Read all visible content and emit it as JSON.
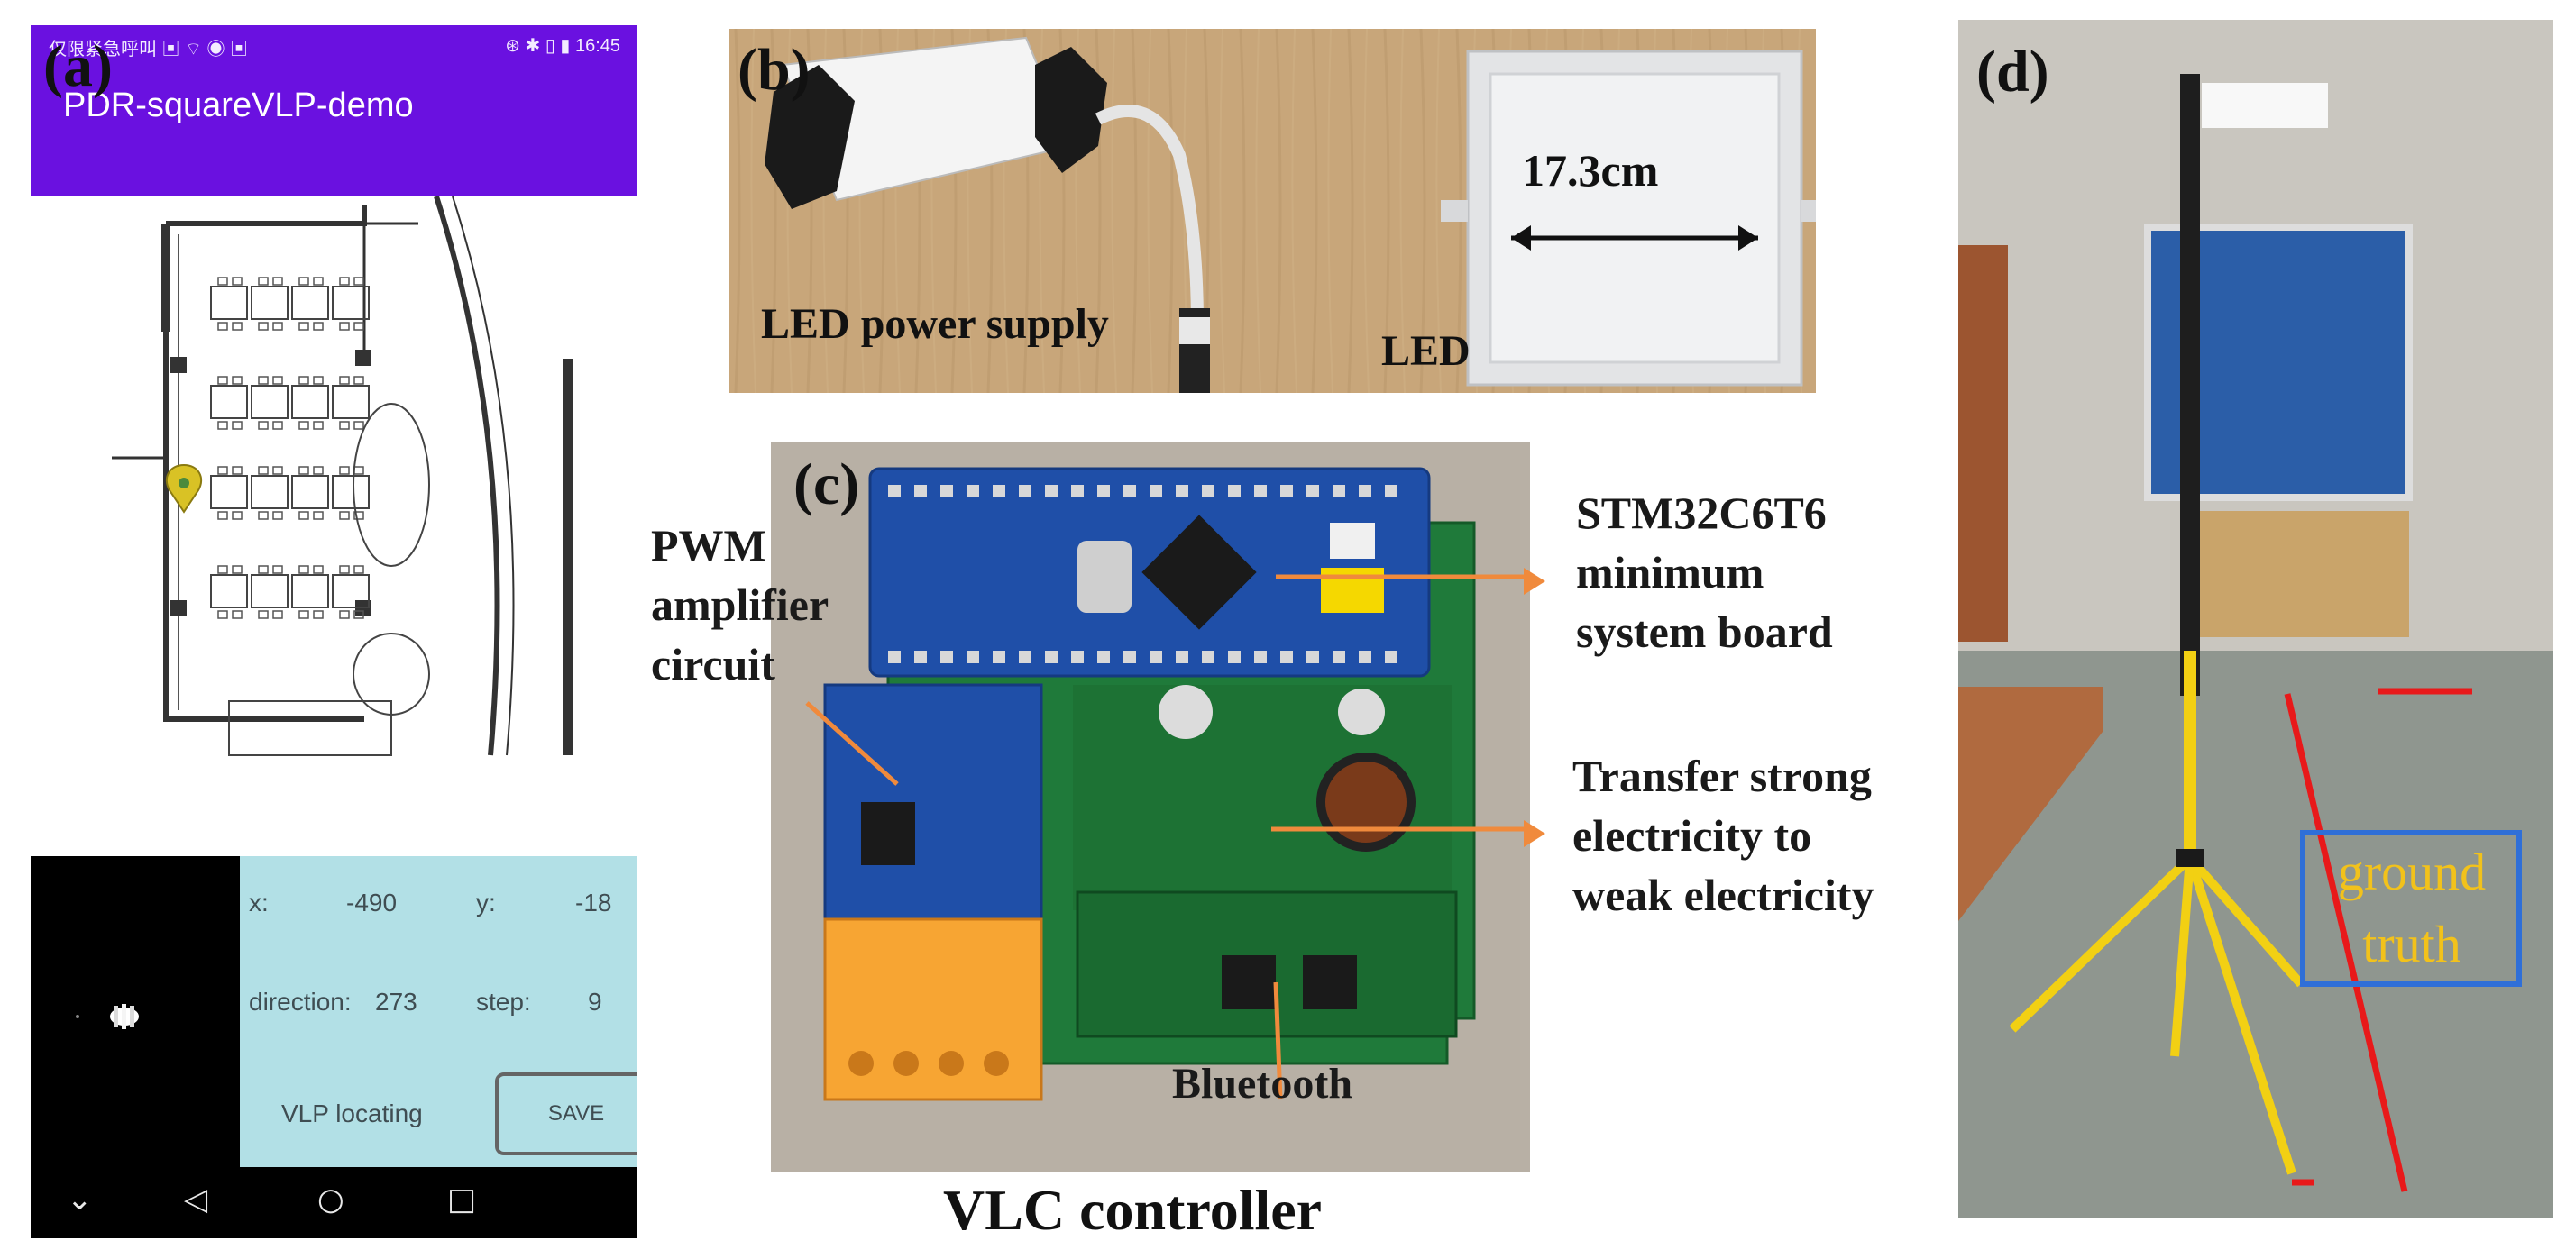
{
  "panels": {
    "a": {
      "letter": "(a)"
    },
    "b": {
      "letter": "(b)",
      "power_label": "LED power supply",
      "led_label": "LED",
      "dimension": "17.3cm"
    },
    "c": {
      "letter": "(c)",
      "caption": "VLC controller",
      "pwm_label": "PWM\namplifier\ncircuit",
      "stm_label": "STM32C6T6\nminimum\nsystem board",
      "transfer_label": "Transfer strong\nelectricity to\nweak electricity",
      "bluetooth_label": "Bluetooth"
    },
    "d": {
      "letter": "(d)",
      "ground_truth": "ground\ntruth"
    }
  },
  "phone": {
    "status_left": "仅限紧急呼叫 ▣ ⌔ ◉ ▣",
    "status_right": "⊛ ✱ ▯ ▮ 16:45",
    "app_title": "PDR-squareVLP-demo",
    "info": {
      "x_label": "x:",
      "x_value": "-490",
      "y_label": "y:",
      "y_value": "-18",
      "direction_label": "direction:",
      "direction_value": "273",
      "step_label": "step:",
      "step_value": "9",
      "status": "VLP locating",
      "save_label": "SAVE"
    },
    "nav": {
      "down": "⌄",
      "back": "◁",
      "home": "○",
      "recent": "□"
    }
  },
  "colors": {
    "app_purple": "#6a11e0",
    "info_bg": "#b2e0e6",
    "arrow_orange": "#f08a3c",
    "pcb_blue": "#1f4fa8",
    "pcb_green": "#1f7a3a",
    "tripod_yellow": "#f2d013",
    "ground_red": "#e8191a",
    "ground_blue": "#2f6fd8",
    "ground_text": "#f2c21b"
  }
}
